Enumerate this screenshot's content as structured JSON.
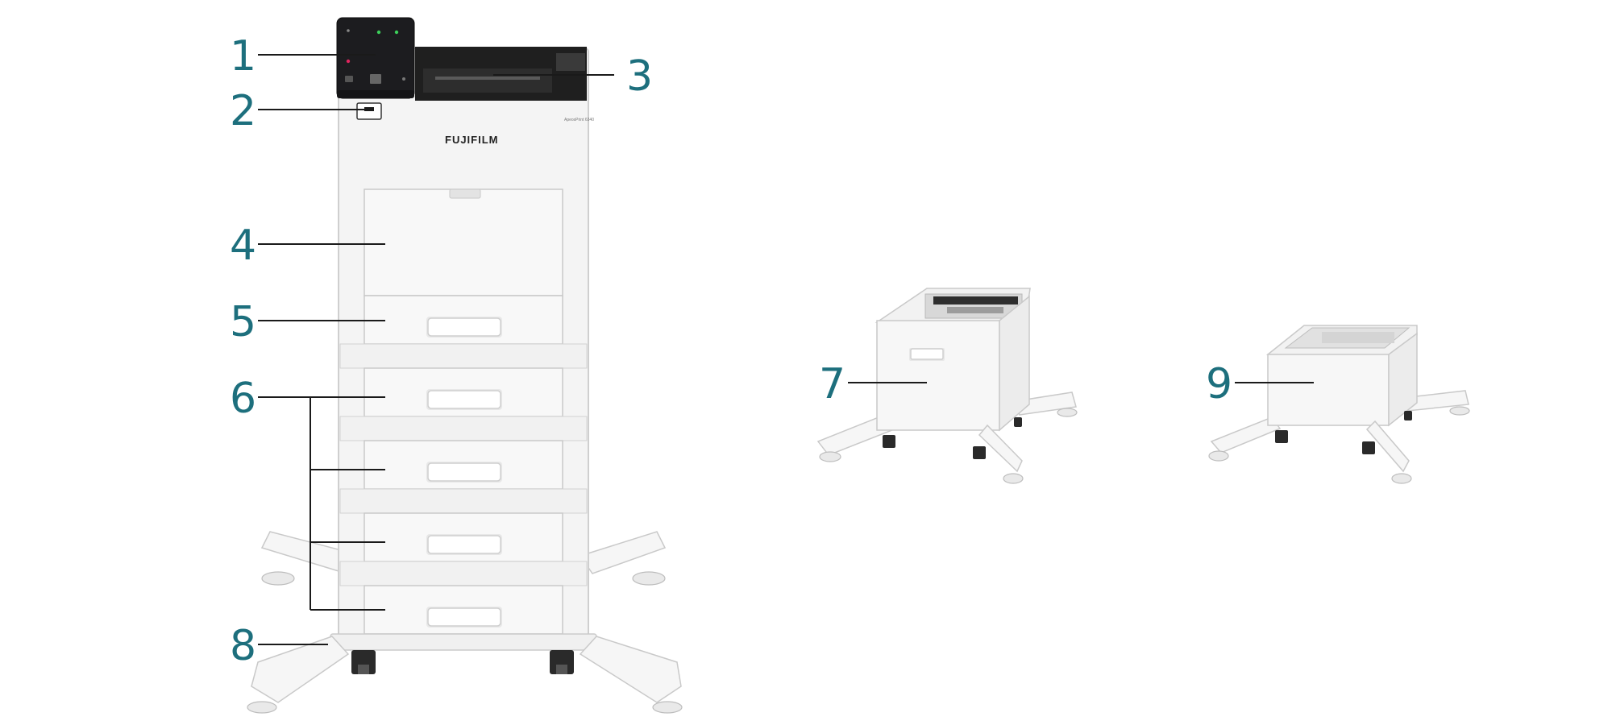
{
  "callouts": {
    "c1": "1",
    "c2": "2",
    "c3": "3",
    "c4": "4",
    "c5": "5",
    "c6": "6",
    "c7": "7",
    "c8": "8",
    "c9": "9"
  },
  "printer": {
    "brand": "FUJIFILM",
    "model": "ApeosPrint 6340"
  },
  "colors": {
    "callout": "#1d6f7d",
    "leader": "#1a1a1a",
    "control_panel": "#1c1c1f",
    "status_led": "#3ccf5a",
    "alert_led": "#e0245e"
  }
}
